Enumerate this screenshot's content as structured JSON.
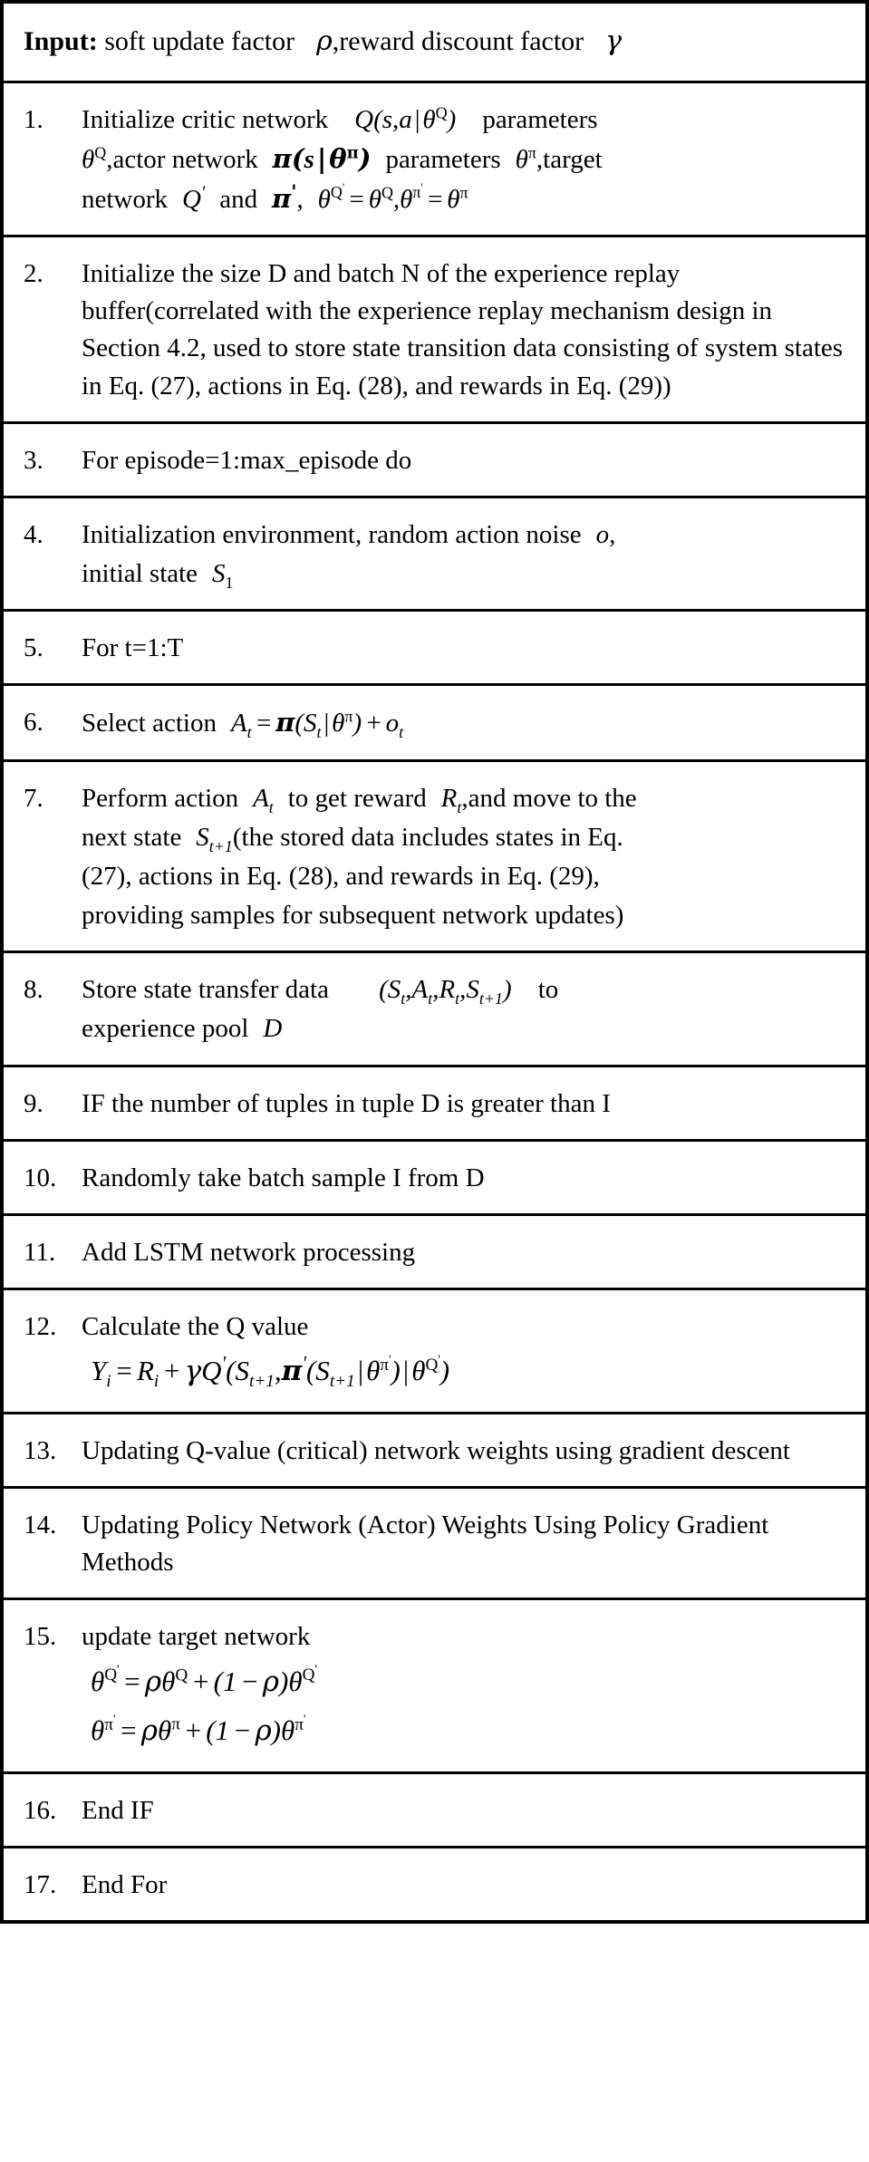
{
  "document": {
    "type": "algorithm-pseudocode-table",
    "title_row": {
      "label_bold": "Input:",
      "text_part1": " soft update factor ",
      "symbol1": "ρ",
      "text_part2": ",reward discount factor ",
      "symbol2": "γ"
    },
    "steps": [
      {
        "number": "1.",
        "text": "Initialize critic network Q(s,a|θ^Q) parameters θ^Q ,actor network π(s|θ^π) parameters θ^π ,target network Q' and π' , θ^{Q'} = θ^Q , θ^{π'} = θ^π",
        "line1_a": "Initialize critic network",
        "line1_b": "parameters",
        "line2_a": ",actor network",
        "line2_b": "parameters",
        "line2_c": ",target",
        "line3_a": "network",
        "line3_b": "and"
      },
      {
        "number": "2.",
        "text": "Initialize the size D and batch N of the experience replay buffer(correlated with the experience replay mechanism design in Section 4.2, used to store state transition data consisting of   system states in Eq. (27), actions in Eq. (28), and rewards in Eq. (29))"
      },
      {
        "number": "3.",
        "text": "For episode=1:max_episode do"
      },
      {
        "number": "4.",
        "line1": "Initialization environment, random action noise",
        "line1_tail": ",",
        "line2": "initial state",
        "symbol_noise": "o",
        "symbol_state": "S",
        "symbol_state_sub": "1"
      },
      {
        "number": "5.",
        "text": "For t=1:T"
      },
      {
        "number": "6.",
        "text_prefix": "Select action",
        "formula": "A_t = π(S_t | θ^π) + o_t"
      },
      {
        "number": "7.",
        "line1_a": "Perform action",
        "line1_b": "to get reward",
        "line1_c": ",and move to the",
        "line2_a": "next state",
        "line2_b": "(the stored data includes states in Eq.",
        "line3": "(27), actions in Eq. (28), and rewards in Eq. (29),",
        "line4": "providing samples for subsequent network updates)"
      },
      {
        "number": "8.",
        "line1_a": "Store state transfer data",
        "line1_b": "to",
        "formula": "(S_t, A_t, R_t, S_{t+1})",
        "line2": "experience pool",
        "symbol_pool": "D"
      },
      {
        "number": "9.",
        "text": "IF the number of tuples in tuple D is greater than I"
      },
      {
        "number": "10.",
        "text": "Randomly take batch sample I from D"
      },
      {
        "number": "11.",
        "text": "Add LSTM network processing"
      },
      {
        "number": "12.",
        "text": "Calculate the Q value",
        "formula": "Y_i = R_i + γQ'(S_{t+1}, π'(S_{t+1} | θ^{π'}) | θ^{Q'})"
      },
      {
        "number": "13.",
        "text": "Updating Q-value (critical) network weights using gradient descent"
      },
      {
        "number": "14.",
        "text": "Updating Policy Network (Actor) Weights Using Policy Gradient Methods"
      },
      {
        "number": "15.",
        "text": "update target network",
        "formula1": "θ^{Q'} = ρθ^Q + (1 − ρ)θ^{Q'}",
        "formula2": "θ^{π'} = ρθ^π + (1 − ρ)θ^{π'}"
      },
      {
        "number": "16.",
        "text": "End IF"
      },
      {
        "number": "17.",
        "text": "End For"
      }
    ]
  },
  "colors": {
    "text": "#000000",
    "background": "#ffffff",
    "border": "#000000"
  }
}
